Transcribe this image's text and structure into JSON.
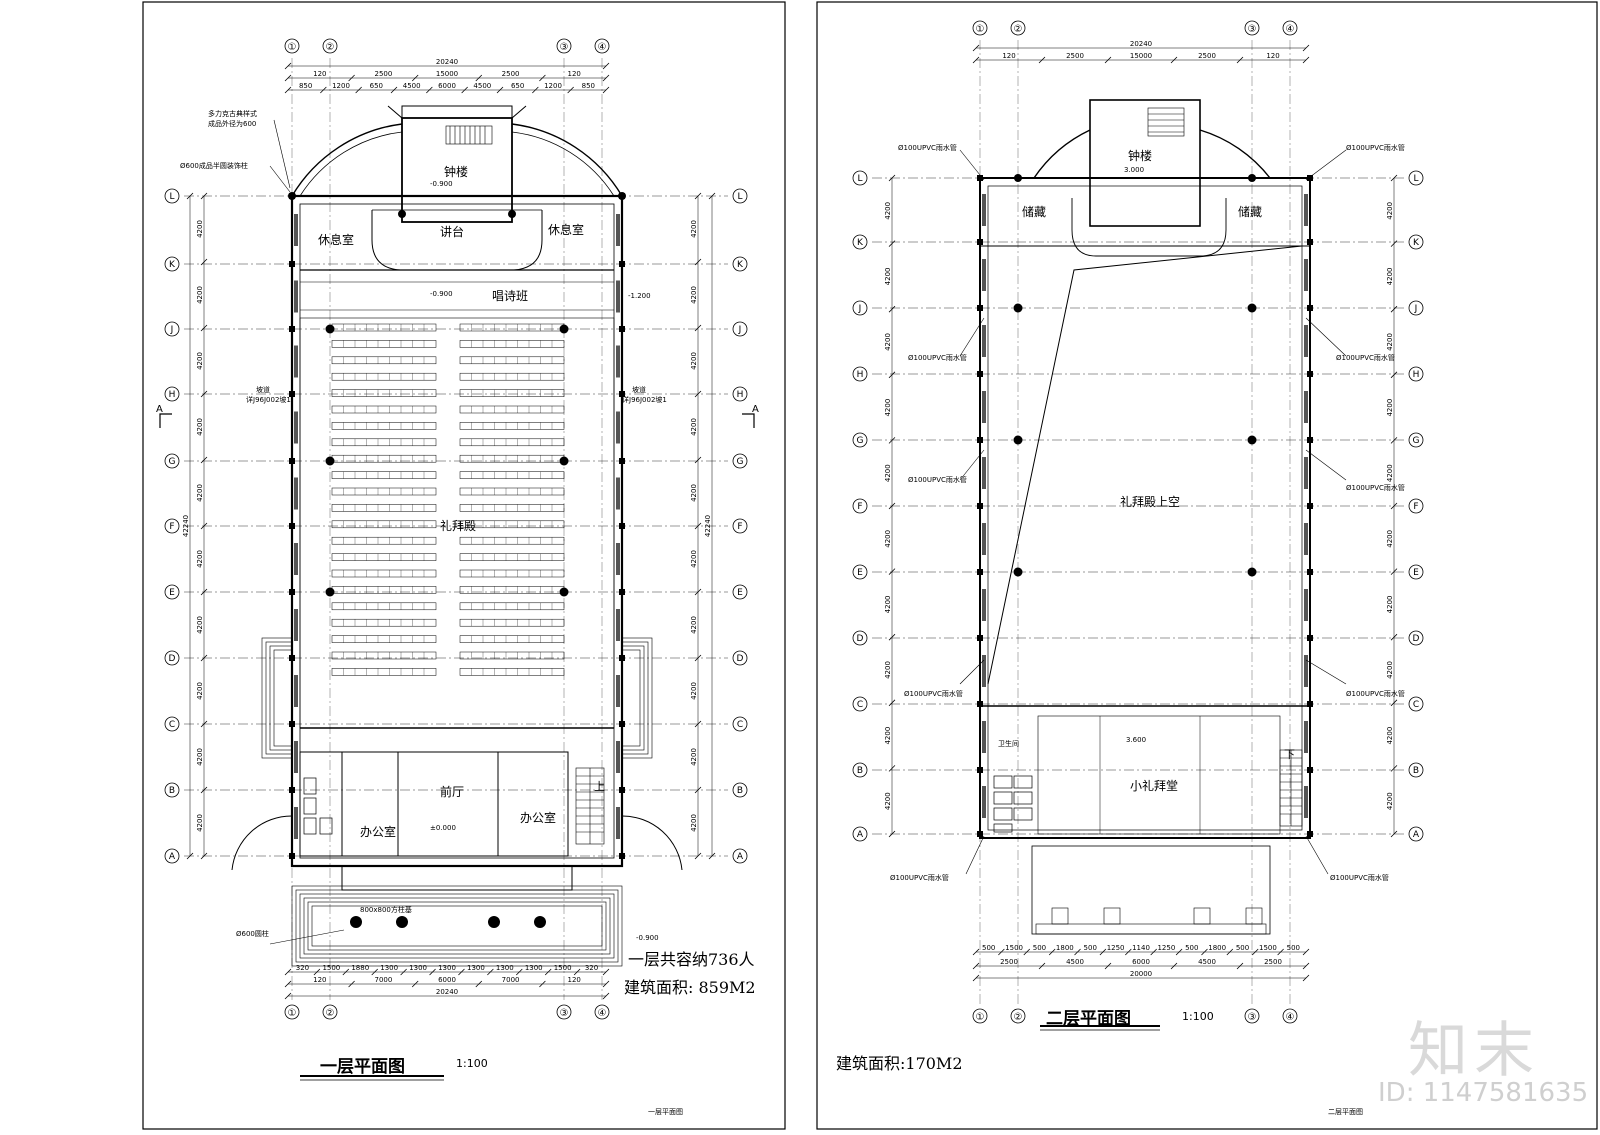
{
  "plan1": {
    "title": "一层平面图",
    "scale": "1:100",
    "footer_label": "一层平面图",
    "capacity_note": "一层共容纳736人",
    "area_note": "建筑面积: 859M2",
    "total_width": "20240",
    "total_height": "42240",
    "rooms": {
      "bell_tower": "钟楼",
      "pulpit": "讲台",
      "lounge_left": "休息室",
      "lounge_right": "休息室",
      "choir": "唱诗班",
      "worship_hall": "礼拜殿",
      "lobby": "前厅",
      "office_left": "办公室",
      "office_right": "办公室"
    },
    "annotations": {
      "column_decor": "Ø600成品半圆装饰柱",
      "roman_column": "多力克古典样式",
      "column_diameter": "成品外径为600",
      "round_column": "Ø600圆柱",
      "column_base": "800x800方柱基",
      "ramp_left": "坡道",
      "ramp_left_ref": "详J96J002坡1",
      "ramp_right": "坡道",
      "ramp_right_ref": "详J96J002坡1",
      "up": "上",
      "elev_bell": "-0.900",
      "elev_choir": "-0.900",
      "elev_lobby": "±0.000",
      "elev_front": "-0.900",
      "elev_side": "-1.200",
      "section_a": "A"
    }
  },
  "plan2": {
    "title": "二层平面图",
    "scale": "1:100",
    "footer_label": "二层平面图",
    "area_note": "建筑面积:170M2",
    "total_width": "20240",
    "bottom_width": "20000",
    "rooms": {
      "bell_tower": "钟楼",
      "storage_left": "储藏",
      "storage_right": "储藏",
      "upper_hall": "礼拜殿上空",
      "small_chapel": "小礼拜堂",
      "toilet": "卫生间"
    },
    "annotations": {
      "rain_pipe": "Ø100UPVC雨水管",
      "elev_bell": "3.000",
      "elev_chapel": "3.600",
      "down": "下"
    }
  },
  "grid_axes": {
    "columns": [
      "①",
      "②",
      "③",
      "④"
    ],
    "rows": [
      "L",
      "K",
      "J",
      "H",
      "G",
      "F",
      "E",
      "D",
      "C",
      "B",
      "A"
    ]
  },
  "dims1_top_outer": [
    "120",
    "2500",
    "15000",
    "2500",
    "120"
  ],
  "dims1_top_inner": [
    "850",
    "1200",
    "650",
    "4500",
    "6000",
    "4500",
    "650",
    "1200",
    "850"
  ],
  "dims1_bottom": [
    "320",
    "1500",
    "1880",
    "1300",
    "1300",
    "1300",
    "1300",
    "1300",
    "1300",
    "1500",
    "320"
  ],
  "dims1_bottom_outer": [
    "120",
    "7000",
    "6000",
    "7000",
    "120"
  ],
  "dims2_top_outer": [
    "120",
    "2500",
    "15000",
    "2500",
    "120"
  ],
  "dims2_bottom": [
    "500",
    "1500",
    "500",
    "1800",
    "500",
    "1250",
    "1140",
    "1250",
    "500",
    "1800",
    "500",
    "1500",
    "500"
  ],
  "dims2_bottom_outer": [
    "2500",
    "4500",
    "6000",
    "4500",
    "2500"
  ],
  "watermark": {
    "brand": "知末",
    "id": "ID: 1147581635"
  }
}
